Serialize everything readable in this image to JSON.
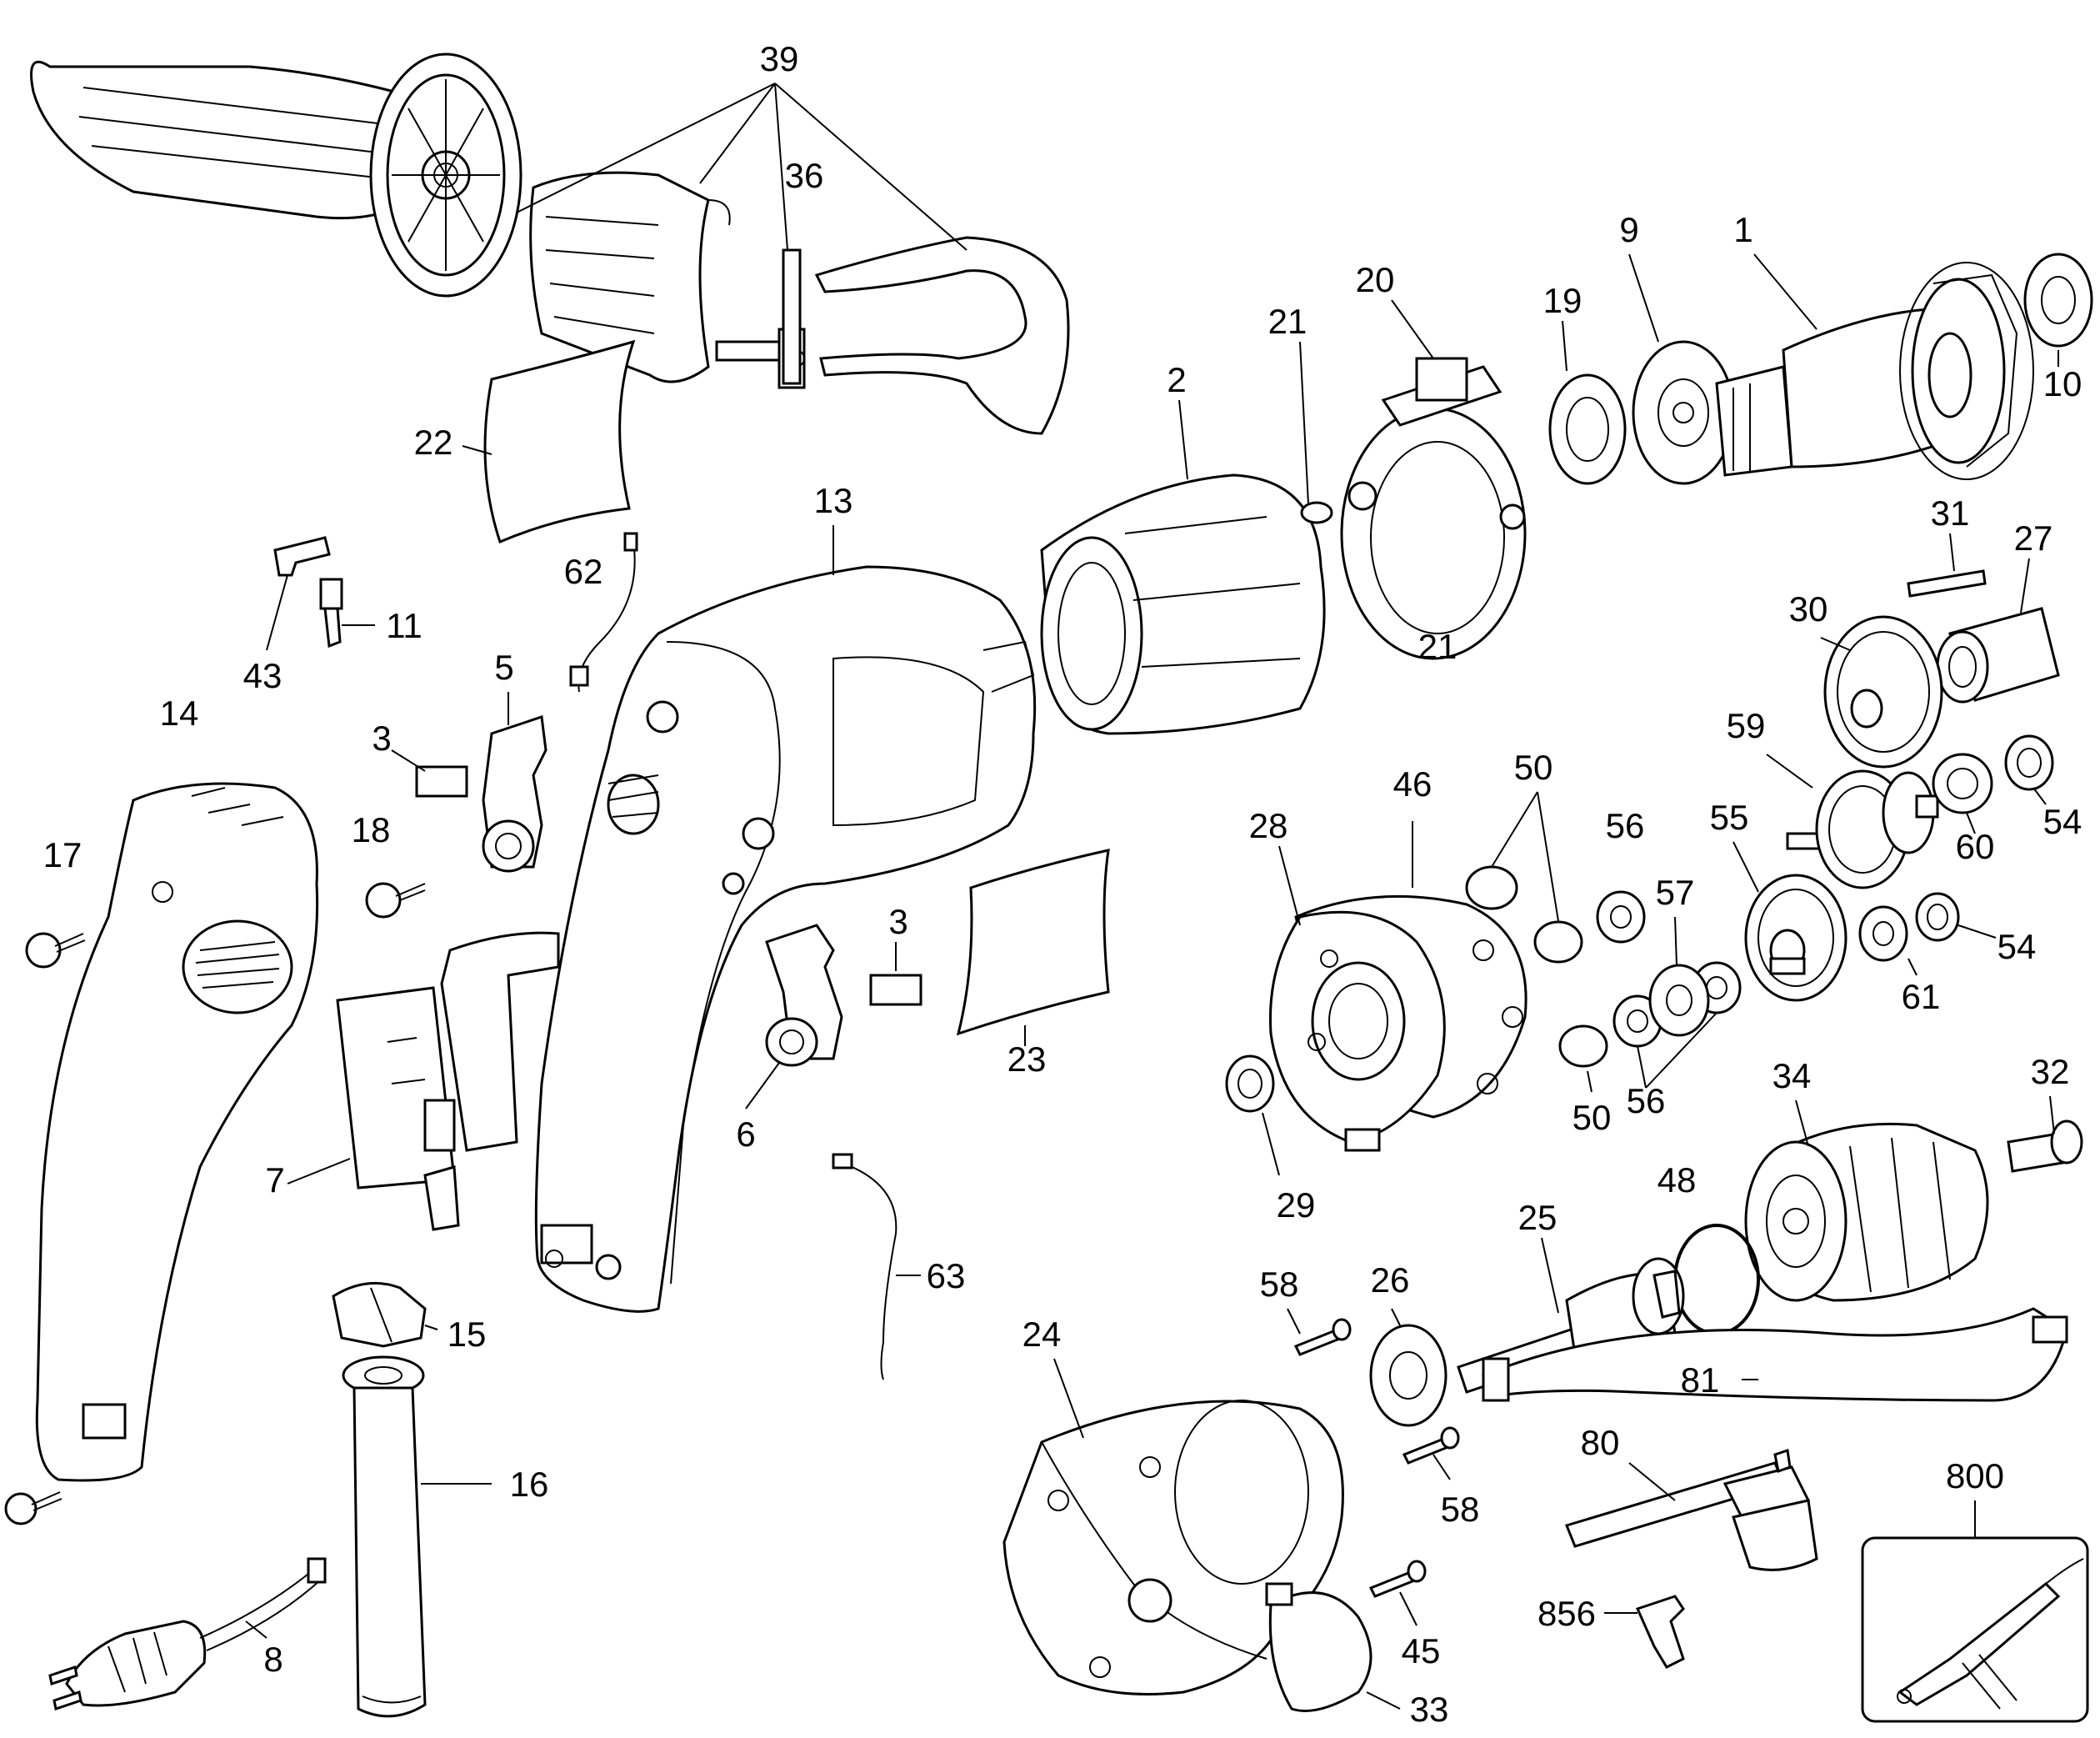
{
  "diagram": {
    "labels": {
      "p1": "1",
      "p2": "2",
      "p3a": "3",
      "p3b": "3",
      "p5": "5",
      "p6": "6",
      "p7": "7",
      "p8": "8",
      "p9": "9",
      "p10": "10",
      "p11": "11",
      "p13": "13",
      "p14": "14",
      "p15": "15",
      "p16": "16",
      "p17": "17",
      "p18": "18",
      "p19": "19",
      "p20": "20",
      "p21a": "21",
      "p21b": "21",
      "p22": "22",
      "p23": "23",
      "p24": "24",
      "p25": "25",
      "p26": "26",
      "p27": "27",
      "p28": "28",
      "p29": "29",
      "p30": "30",
      "p31": "31",
      "p32": "32",
      "p33": "33",
      "p34": "34",
      "p36": "36",
      "p39": "39",
      "p43": "43",
      "p45": "45",
      "p46": "46",
      "p48": "48",
      "p50a": "50",
      "p50b": "50",
      "p54a": "54",
      "p54b": "54",
      "p55": "55",
      "p56a": "56",
      "p56b": "56",
      "p57": "57",
      "p58a": "58",
      "p58b": "58",
      "p59": "59",
      "p60": "60",
      "p61": "61",
      "p62": "62",
      "p63": "63",
      "p80": "80",
      "p81": "81",
      "p800": "800",
      "p856": "856"
    }
  }
}
